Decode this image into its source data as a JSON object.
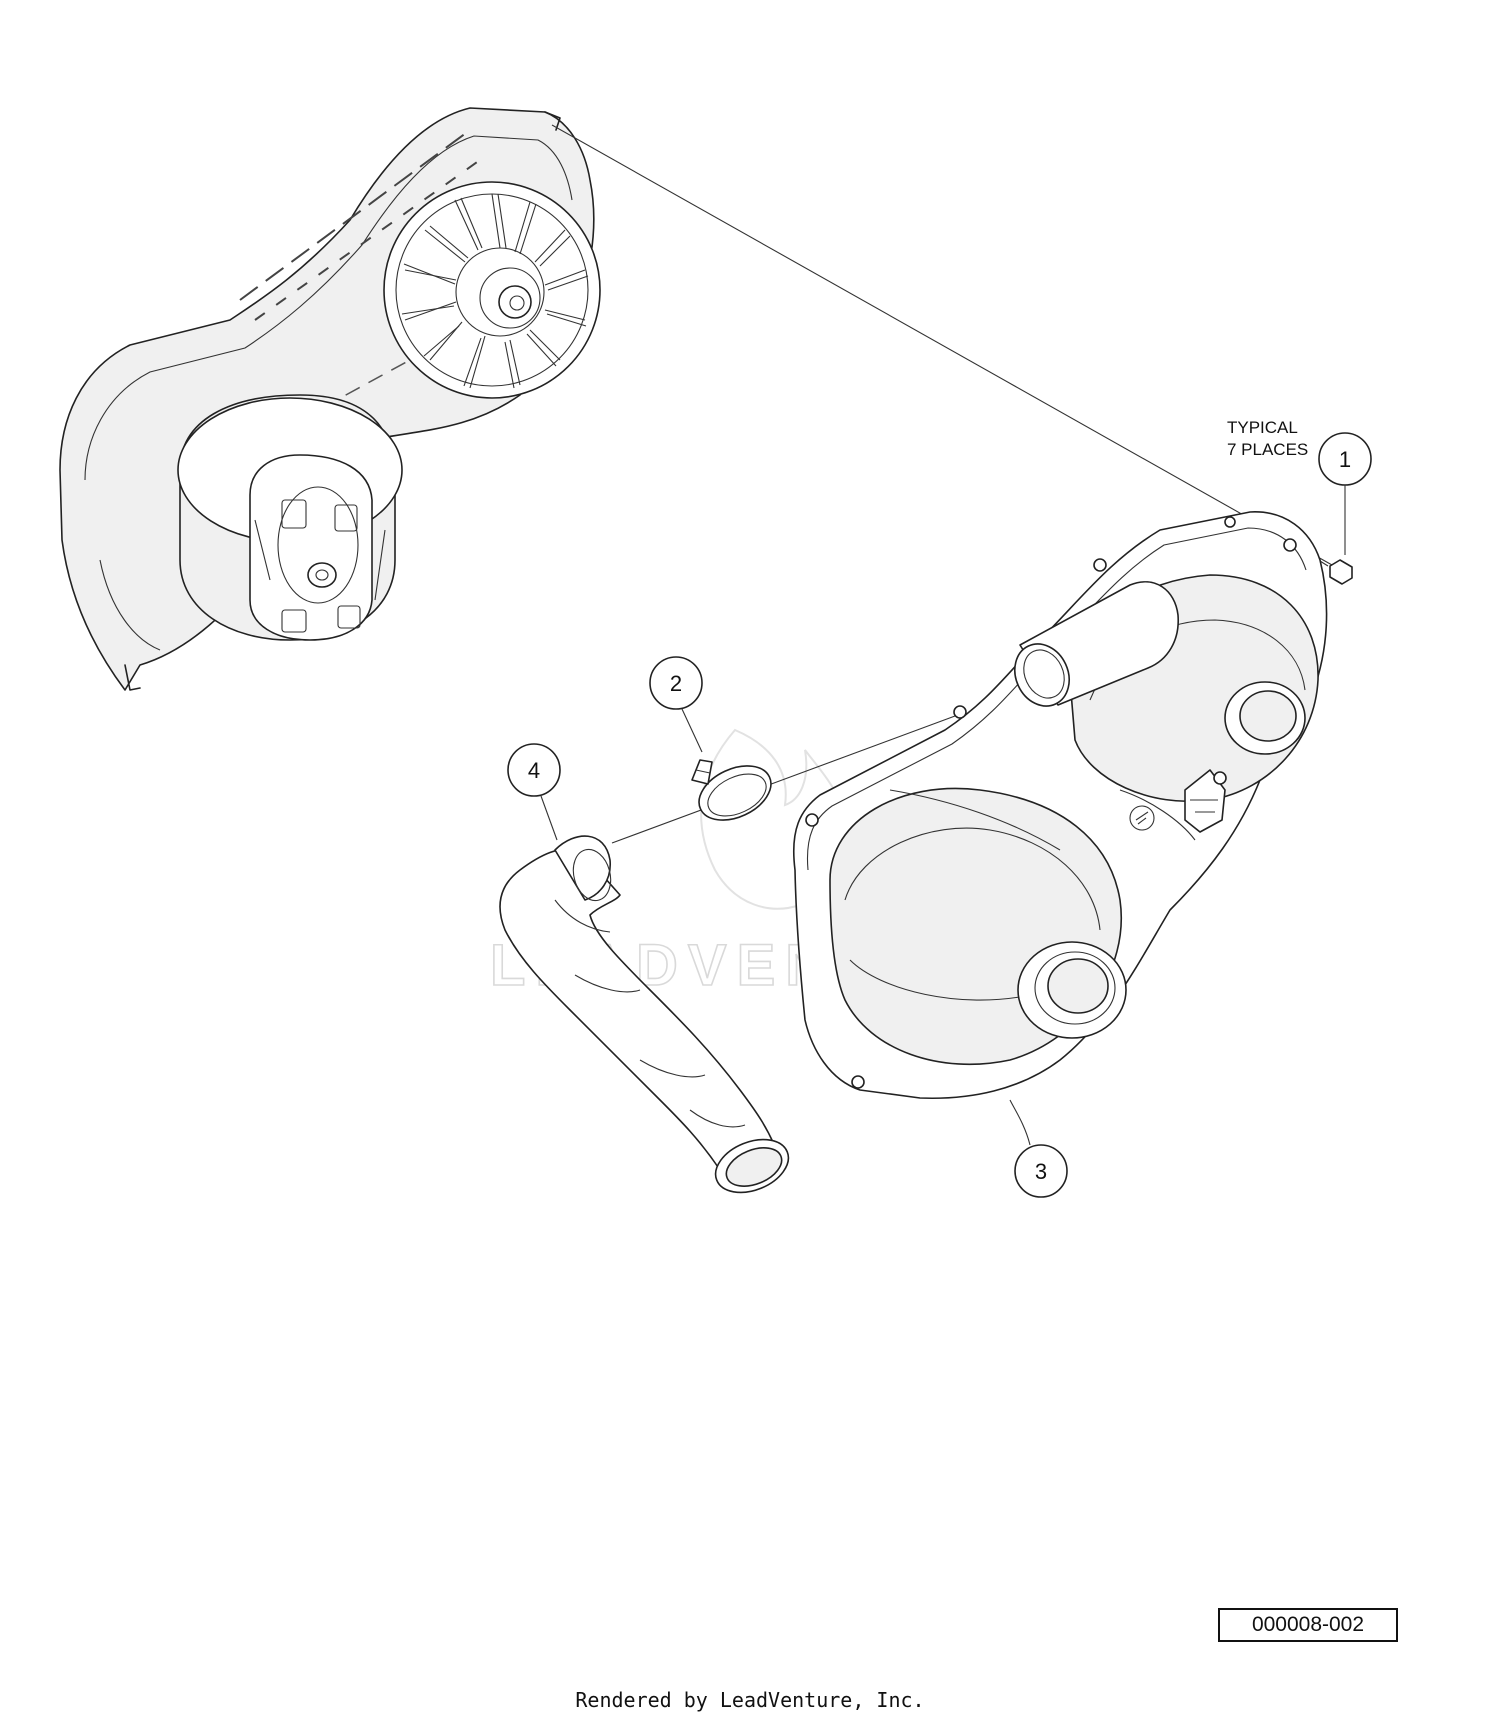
{
  "callouts": {
    "c1": "1",
    "c2": "2",
    "c3": "3",
    "c4": "4"
  },
  "note": {
    "line1": "TYPICAL",
    "line2": "7 PLACES"
  },
  "watermark": "LEADVENTURE",
  "figure_id": "000008-002",
  "footer": "Rendered by LeadVenture, Inc."
}
